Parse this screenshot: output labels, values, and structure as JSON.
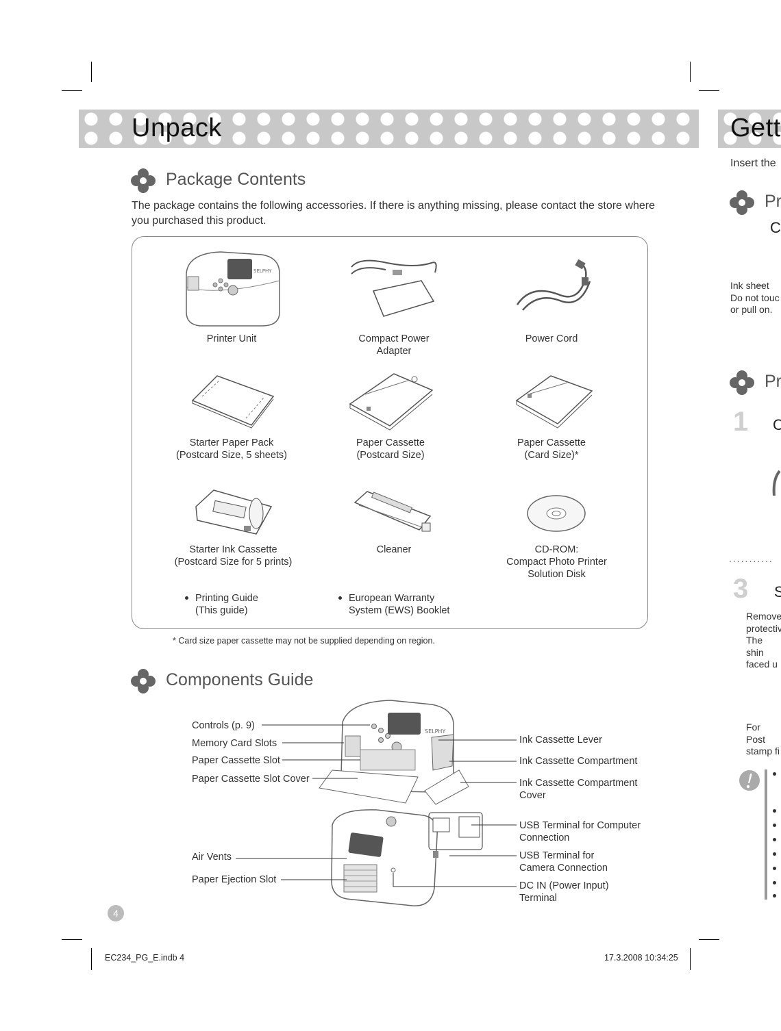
{
  "unpack": {
    "title": "Unpack",
    "package_contents": {
      "heading": "Package Contents",
      "intro": "The package contains the following accessories. If there is anything missing, please contact the store where you purchased this product.",
      "items": [
        {
          "label": "Printer Unit",
          "icon": "printer-illustration"
        },
        {
          "label": "Compact Power\nAdapter",
          "icon": "power-adapter-illustration"
        },
        {
          "label": "Power Cord",
          "icon": "power-cord-illustration"
        },
        {
          "label": "Starter Paper Pack\n(Postcard Size, 5 sheets)",
          "icon": "paper-pack-illustration"
        },
        {
          "label": "Paper Cassette\n(Postcard Size)",
          "icon": "paper-cassette-illustration"
        },
        {
          "label": "Paper Cassette\n(Card Size)*",
          "icon": "card-cassette-illustration"
        },
        {
          "label": "Starter Ink Cassette\n(Postcard Size for 5 prints)",
          "icon": "ink-cassette-illustration"
        },
        {
          "label": "Cleaner",
          "icon": "cleaner-illustration"
        },
        {
          "label": "CD-ROM:\nCompact Photo Printer\nSolution Disk",
          "icon": "cd-rom-illustration"
        }
      ],
      "bullets": [
        "Printing Guide\n(This guide)",
        "European Warranty\nSystem (EWS) Booklet"
      ],
      "footnote": "*  Card size paper cassette may not be supplied depending on region."
    },
    "components_guide": {
      "heading": "Components Guide",
      "top_left_labels": [
        "Controls (p. 9)",
        "Memory Card Slots",
        "Paper Cassette Slot",
        "Paper Cassette Slot Cover"
      ],
      "top_right_labels": [
        "Ink Cassette Lever",
        "Ink Cassette Compartment",
        "Ink Cassette Compartment\nCover"
      ],
      "bottom_left_labels": [
        "Air Vents",
        "Paper Ejection Slot"
      ],
      "bottom_right_labels": [
        "USB Terminal for Computer\nConnection",
        "USB Terminal for\nCamera Connection",
        "DC IN (Power Input)\nTerminal"
      ]
    },
    "page_number": "4"
  },
  "next_page": {
    "title": "Gett",
    "intro": "Insert the",
    "heading1": "Pr",
    "sub1": "C",
    "ink_note": "Ink sheet\nDo not touc\nor pull on.",
    "heading2": "Pr",
    "step1_num": "1",
    "step1_text": "C",
    "dots": "...........",
    "step3_num": "3",
    "step3_text": "S",
    "step3_note": "Remove\nprotectiv\nThe shin\nfaced u",
    "postcard_note": "For Post\nstamp fi"
  },
  "slug": {
    "file": "EC234_PG_E.indb   4",
    "timestamp": "17.3.2008   10:34:25"
  }
}
